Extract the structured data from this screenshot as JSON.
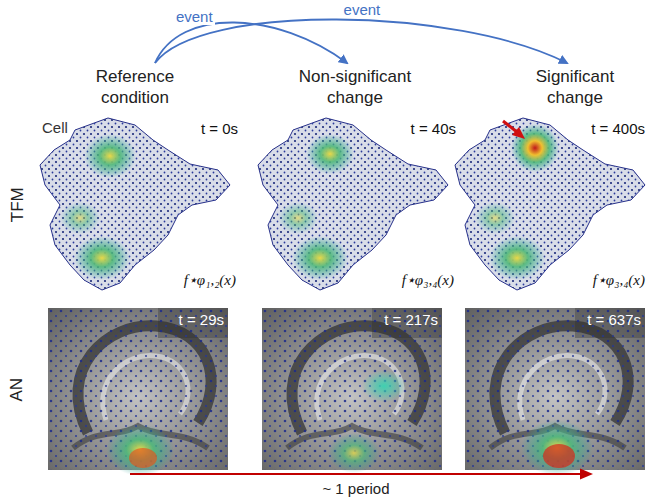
{
  "diagram": {
    "nodes": [
      {
        "text": [
          "Reference condition"
        ]
      },
      {
        "text": [
          "Non-significant change"
        ]
      },
      {
        "text": [
          "Significant change"
        ]
      }
    ],
    "edges": [
      {
        "from": 0,
        "to": 1,
        "label": "event",
        "arrow": "to"
      },
      {
        "from": 0,
        "to": 2,
        "label": "event",
        "arrow": "to"
      }
    ],
    "labels": [
      "TFM",
      "AN",
      "Cell",
      "t = 0s",
      "t = 40s",
      "t = 400s",
      "f⋆φ₁,₂(x)",
      "f⋆φ₃,₄(x)",
      "f⋆φ₃,₄(x)",
      "t = 29s",
      "t = 217s",
      "t = 637s",
      "~ 1 period"
    ]
  }
}
